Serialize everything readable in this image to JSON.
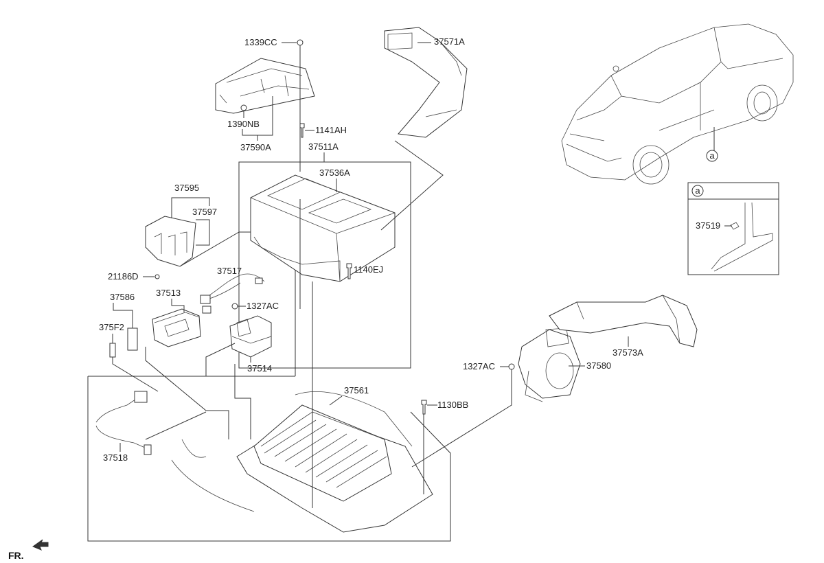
{
  "callouts": {
    "c1339CC": "1339CC",
    "c1390NB": "1390NB",
    "c37590A": "37590A",
    "c1141AH": "1141AH",
    "c37511A": "37511A",
    "c37536A": "37536A",
    "c37571A": "37571A",
    "c37595": "37595",
    "c37597": "37597",
    "c21186D": "21186D",
    "c37517": "37517",
    "c1140EJ": "1140EJ",
    "c37586": "37586",
    "c37513": "37513",
    "c1327AC_left": "1327AC",
    "c375F2": "375F2",
    "c37514": "37514",
    "c37561": "37561",
    "c37518": "37518",
    "c1130BB": "1130BB",
    "c1327AC_right": "1327AC",
    "c37580": "37580",
    "c37573A": "37573A",
    "c37519": "37519"
  },
  "detail_marker": "a",
  "inset_marker": "a",
  "front_indicator": "FR."
}
